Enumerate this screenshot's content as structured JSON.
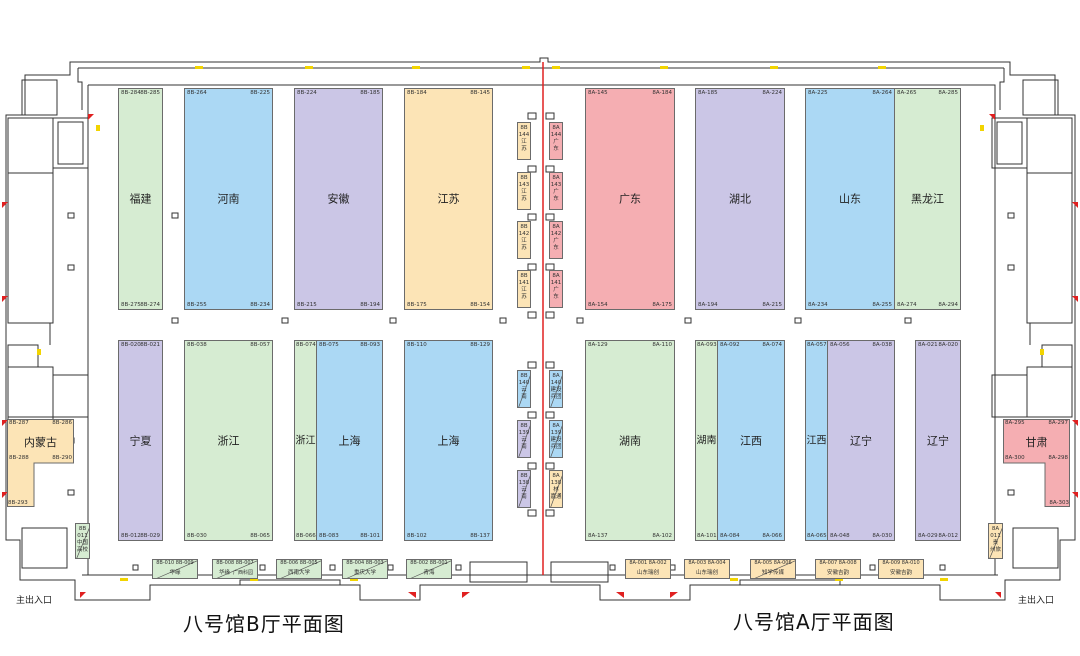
{
  "titles": {
    "hall_b": "八号馆B厅平面图",
    "hall_a": "八号馆A厅平面图"
  },
  "entrances": {
    "left": "主出入口",
    "right": "主出入口"
  },
  "colors": {
    "green": "#d6ecd2",
    "blue": "#abd8f4",
    "purple": "#cbc6e6",
    "yellow": "#fce4b6",
    "red": "#f5aeb2",
    "lgreen": "#dfefcf",
    "wall": "#333333",
    "door": "#e02020",
    "divider": "#e02020"
  },
  "booths": {
    "fujian": {
      "name": "福建",
      "tl": "8B-284",
      "tr": "8B-285",
      "bl": "8B-275",
      "br": "8B-274"
    },
    "henan": {
      "name": "河南",
      "tl": "8B-264",
      "tr": "8B-225",
      "bl": "8B-255",
      "br": "8B-234"
    },
    "anhui": {
      "name": "安徽",
      "tl": "8B-224",
      "tr": "8B-185",
      "bl": "8B-215",
      "br": "8B-194"
    },
    "jiangsu": {
      "name": "江苏",
      "tl": "8B-184",
      "tr": "8B-145",
      "bl": "8B-175",
      "br": "8B-154"
    },
    "guangdong": {
      "name": "广东",
      "tl": "8A-145",
      "tr": "8A-184",
      "bl": "8A-154",
      "br": "8A-175"
    },
    "hubei": {
      "name": "湖北",
      "tl": "8A-185",
      "tr": "8A-224",
      "bl": "8A-194",
      "br": "8A-215"
    },
    "shandong": {
      "name": "山东",
      "tl": "8A-225",
      "tr": "8A-264",
      "bl": "8A-234",
      "br": "8A-255"
    },
    "heilongjiang": {
      "name": "黑龙江",
      "tl": "8A-265",
      "tr": "8A-285",
      "bl": "8A-274",
      "br": "8A-294"
    },
    "ningxia": {
      "name": "宁夏",
      "tl": "8B-020",
      "tr": "8B-021",
      "bl": "8B-012",
      "br": "8B-029"
    },
    "zhejiang": {
      "name": "浙江",
      "tl": "8B-038",
      "tr": "8B-057",
      "bl": "8B-030",
      "br": "8B-065"
    },
    "zhejiang2": {
      "name": "浙江",
      "tl": "8B-074",
      "bl": "8B-066"
    },
    "shanghai1": {
      "name": "上海",
      "tl": "8B-075",
      "tr": "8B-093",
      "bl": "8B-083",
      "br": "8B-101"
    },
    "shanghai2": {
      "name": "上海",
      "tl": "8B-110",
      "tr": "8B-129",
      "bl": "8B-102",
      "br": "8B-137"
    },
    "hunan": {
      "name": "湖南",
      "tl": "8A-129",
      "tr": "8A-110",
      "bl": "8A-137",
      "br": "8A-102"
    },
    "hunan2": {
      "name": "湖南",
      "tl": "8A-093",
      "bl": "8A-101"
    },
    "jiangxi": {
      "name": "江西",
      "tl": "8A-092",
      "tr": "8A-074",
      "bl": "8A-084",
      "br": "8A-066"
    },
    "jiangxi2": {
      "name": "江西",
      "tl": "8A-057",
      "bl": "8A-065"
    },
    "liaoning1": {
      "name": "辽宁",
      "tl": "8A-056",
      "tr": "8A-038",
      "bl": "8A-048",
      "br": "8A-030"
    },
    "liaoning2": {
      "name": "辽宁",
      "tl": "8A-021",
      "tr": "8A-020",
      "bl": "8A-029",
      "br": "8A-012"
    },
    "neimenggu": {
      "name": "内蒙古",
      "tl": "8B-287",
      "tr": "8B-286",
      "ml": "8B-288",
      "mr": "8B-290",
      "bl": "8B-293"
    },
    "gansu": {
      "name": "甘肃",
      "tl": "8A-295",
      "tr": "8A-297",
      "ml": "8A-300",
      "mr": "8A-298",
      "br": "8A-303"
    }
  },
  "aisle_b": [
    {
      "c1": "8B",
      "c2": "144",
      "n1": "江",
      "n2": "苏"
    },
    {
      "c1": "8B",
      "c2": "143",
      "n1": "江",
      "n2": "苏"
    },
    {
      "c1": "8B",
      "c2": "142",
      "n1": "江",
      "n2": "苏"
    },
    {
      "c1": "8B",
      "c2": "141",
      "n1": "江",
      "n2": "苏"
    }
  ],
  "aisle_a": [
    {
      "c1": "8A",
      "c2": "144",
      "n1": "广",
      "n2": "东"
    },
    {
      "c1": "8A",
      "c2": "143",
      "n1": "广",
      "n2": "东"
    },
    {
      "c1": "8A",
      "c2": "142",
      "n1": "广",
      "n2": "东"
    },
    {
      "c1": "8A",
      "c2": "141",
      "n1": "广",
      "n2": "东"
    }
  ],
  "aisle_b_low": [
    {
      "c1": "8B",
      "c2": "140",
      "n1": "云",
      "n2": "南"
    },
    {
      "c1": "8B",
      "c2": "139",
      "n1": "云",
      "n2": "南"
    },
    {
      "c1": "8B",
      "c2": "138",
      "n1": "云",
      "n2": "南"
    }
  ],
  "aisle_a_low": [
    {
      "c1": "8A",
      "c2": "140",
      "n1": "建设",
      "n2": "兵团"
    },
    {
      "c1": "8A",
      "c2": "139",
      "n1": "建设",
      "n2": "兵团"
    },
    {
      "c1": "8A",
      "c2": "138",
      "n1": "林",
      "n2": "嘉通"
    }
  ],
  "bottom_b": [
    {
      "code": "8B-010 8B-009",
      "name": "华缘"
    },
    {
      "code": "8B-008 8B-007",
      "name": "华缘",
      "name2": "广西科园"
    },
    {
      "code": "8B-006 8B-005",
      "name": "西南大学"
    },
    {
      "code": "8B-004 8B-003",
      "name": "重庆大学"
    },
    {
      "code": "8B-002 8B-001",
      "name": "青海"
    }
  ],
  "bottom_a": [
    {
      "code": "8A-001 8A-002",
      "name": "山东瑞创"
    },
    {
      "code": "8A-003 8A-004",
      "name": "山东瑞创"
    },
    {
      "code": "8A-005 8A-006",
      "name": "知学传媒"
    },
    {
      "code": "8A-007 8A-008",
      "name": "安徽吉韵"
    },
    {
      "code": "8A-009 8A-010",
      "name": "安徽吉韵"
    }
  ],
  "small_left": {
    "c1": "8B",
    "c2": "011",
    "n1": "中国",
    "n2": "高校"
  },
  "small_right": {
    "c1": "8A",
    "c2": "011",
    "n1": "贵",
    "n2": "州旅"
  }
}
